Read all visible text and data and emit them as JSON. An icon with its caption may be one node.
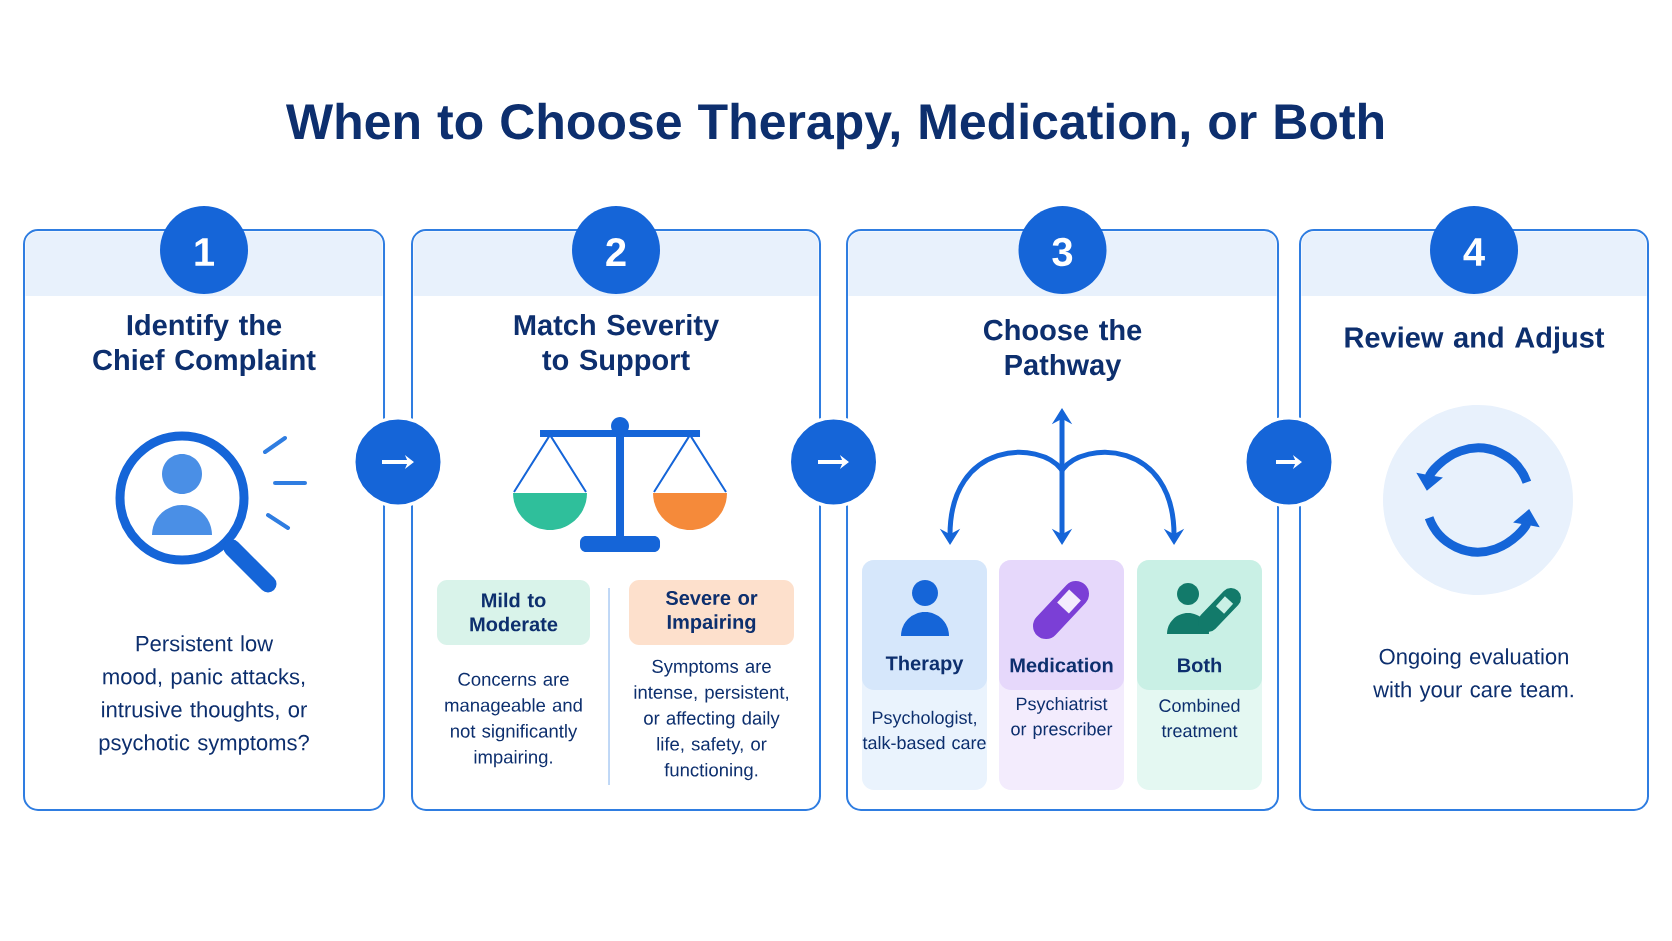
{
  "diagram": {
    "title": "When to Choose Therapy, Medication, or Both",
    "nodes": [
      {
        "text": [
          "1",
          "Identify the Chief Complaint",
          "Persistent low mood, panic attacks, intrusive thoughts, or psychotic symptoms?"
        ]
      },
      {
        "text": [
          "2",
          "Match Severity to Support"
        ]
      },
      {
        "text": [
          "Mild to Moderate",
          "Concerns are manageable and not significantly impairing."
        ],
        "in": 1
      },
      {
        "text": [
          "Severe or Impairing",
          "Symptoms are intense, persistent, or affecting daily life, safety, or functioning."
        ],
        "in": 1
      },
      {
        "text": [
          "3",
          "Choose the Pathway"
        ]
      },
      {
        "text": [
          "Therapy",
          "Psychologist, talk-based care"
        ],
        "in": 4
      },
      {
        "text": [
          "Medication",
          "Psychiatrist or prescriber"
        ],
        "in": 4
      },
      {
        "text": [
          "Both",
          "Combined treatment"
        ],
        "in": 4
      },
      {
        "text": [
          "4",
          "Review and Adjust",
          "Ongoing evaluation with your care team."
        ]
      }
    ],
    "edges": [
      {
        "from": 0,
        "to": 1,
        "arrow": "to"
      },
      {
        "from": 1,
        "to": 4,
        "arrow": "to"
      },
      {
        "from": 4,
        "to": 8,
        "arrow": "to"
      }
    ]
  }
}
